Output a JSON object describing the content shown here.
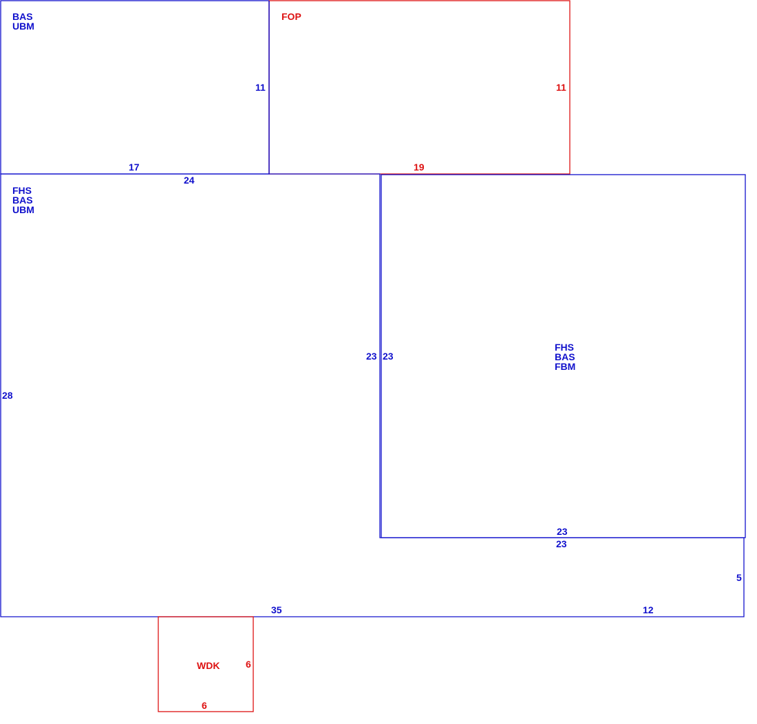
{
  "colors": {
    "living": "#1010cc",
    "accessory": "#dd1111"
  },
  "areas": {
    "upper_left": {
      "codes": [
        "BAS",
        "UBM"
      ],
      "dims": {
        "right": "11",
        "bottom": "17"
      }
    },
    "porch": {
      "codes": [
        "FOP"
      ],
      "dims": {
        "right": "11",
        "bottom": "19"
      }
    },
    "main": {
      "codes": [
        "FHS",
        "BAS",
        "UBM"
      ],
      "dims": {
        "top": "24",
        "left": "28",
        "right": "23",
        "bottom": "35",
        "bottom_right": "12",
        "step_right": "5",
        "step_top": "23"
      }
    },
    "right_block": {
      "codes": [
        "FHS",
        "BAS",
        "FBM"
      ],
      "dims": {
        "left": "23",
        "bottom": "23"
      }
    },
    "deck": {
      "codes": [
        "WDK"
      ],
      "dims": {
        "right": "6",
        "bottom": "6"
      }
    }
  }
}
